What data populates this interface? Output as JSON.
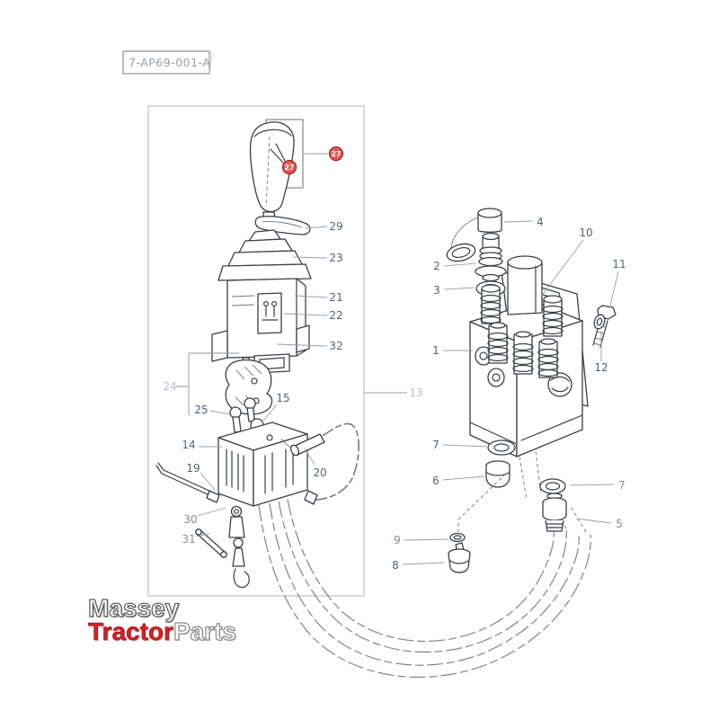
{
  "ref_label": {
    "text": "7-AP69-001-A"
  },
  "watermark": {
    "massey": "Massey",
    "tractor": "Tractor",
    "parts": "Parts"
  },
  "badges": {
    "a": "27",
    "b": "27"
  },
  "callouts": {
    "n1": "1",
    "n2": "2",
    "n3": "3",
    "n4": "4",
    "n5": "5",
    "n6": "6",
    "n7a": "7",
    "n7b": "7",
    "n8": "8",
    "n9": "9",
    "n10": "10",
    "n11": "11",
    "n12": "12",
    "n13": "13",
    "n14": "14",
    "n15": "15",
    "n19": "19",
    "n20": "20",
    "n21": "21",
    "n22": "22",
    "n23": "23",
    "n24": "24",
    "n25": "25",
    "n29": "29",
    "n30": "30",
    "n31": "31",
    "n32": "32"
  },
  "colors": {
    "callout": "#566472",
    "callout_faded": "#b9c0c7",
    "badge_fill": "#e25b5b",
    "badge_border": "#a61f1f",
    "watermark_red": "#c9242b",
    "line": "#3a3f44"
  }
}
